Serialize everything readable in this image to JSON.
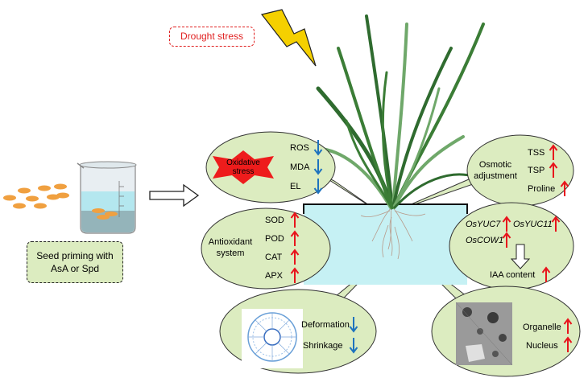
{
  "drought_label": "Drought stress",
  "seed_priming_label": "Seed priming with AsA or Spd",
  "oxidative": {
    "star_label": "Oxidative stress",
    "items": [
      "ROS",
      "MDA",
      "EL"
    ],
    "direction": "down"
  },
  "osmotic": {
    "title": "Osmotic adjustment",
    "items": [
      "TSS",
      "TSP",
      "Proline"
    ],
    "direction": "up"
  },
  "antioxidant": {
    "title": "Antioxidant system",
    "items": [
      "SOD",
      "POD",
      "CAT",
      "APX"
    ],
    "direction": "up"
  },
  "auxin": {
    "genes": [
      "OsYUC7",
      "OsYUC11",
      "OsCOW1"
    ],
    "result": "IAA content",
    "direction": "up"
  },
  "root_cross_section": {
    "items": [
      "Deformation",
      "Shrinkage"
    ],
    "direction": "down"
  },
  "cell_ultrastructure": {
    "items": [
      "Organelle",
      "Nucleus"
    ],
    "direction": "up"
  },
  "colors": {
    "bubble_fill": "#dcecc0",
    "up_arrow": "#e8141c",
    "down_arrow": "#1e73be",
    "water": "#c6f1f4",
    "star": "#ee1c1c",
    "seed": "#f0a040",
    "lightning": "#f5d000",
    "leaf_dark": "#2f6b2f",
    "leaf_light": "#6fa86a"
  }
}
